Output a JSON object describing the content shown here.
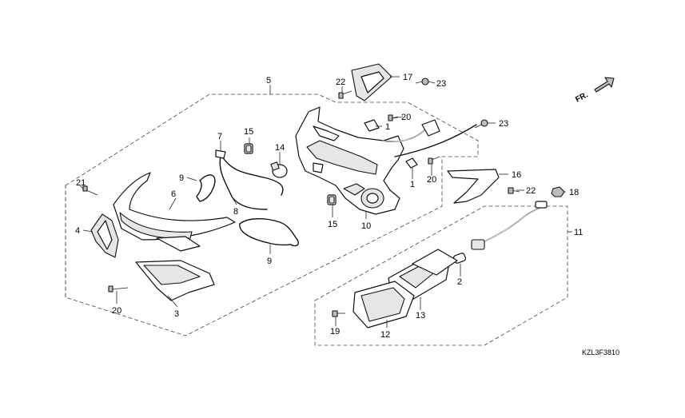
{
  "labels": {
    "l1a": "1",
    "l1b": "1",
    "l2": "2",
    "l3": "3",
    "l4": "4",
    "l5": "5",
    "l6": "6",
    "l7": "7",
    "l8": "8",
    "l9a": "9",
    "l9b": "9",
    "l10": "10",
    "l11": "11",
    "l12": "12",
    "l13": "13",
    "l14": "14",
    "l15a": "15",
    "l15b": "15",
    "l16": "16",
    "l17": "17",
    "l18": "18",
    "l19": "19",
    "l20a": "20",
    "l20b": "20",
    "l20c": "20",
    "l21": "21",
    "l22a": "22",
    "l22b": "22",
    "l23a": "23",
    "l23b": "23"
  },
  "direction_label": "FR.",
  "diagram_code": "KZL3F3810"
}
